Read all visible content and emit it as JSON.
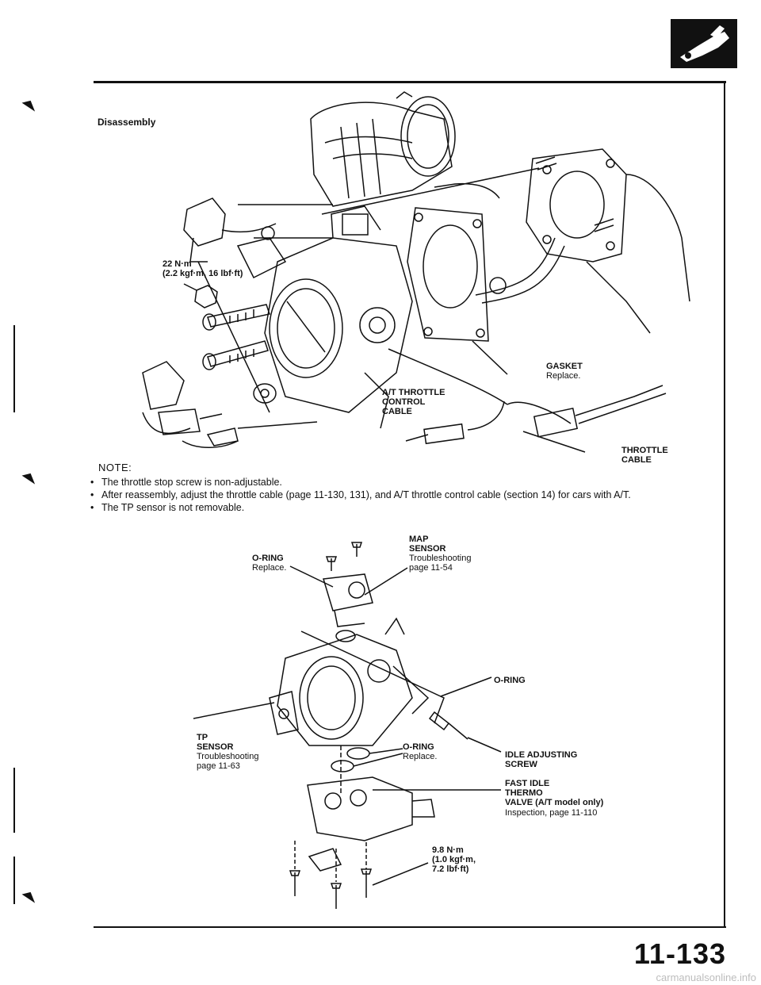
{
  "header": {
    "section_icon": "fuel-injection-icon"
  },
  "disassembly": {
    "title": "Disassembly",
    "torque_top_value": "22 N·m",
    "torque_top_units": "(2.2 kgf·m, 16 lbf·ft)",
    "gasket_label": "GASKET",
    "gasket_note": "Replace.",
    "at_cable_line1": "A/T THROTTLE",
    "at_cable_line2": "CONTROL",
    "at_cable_line3": "CABLE",
    "throttle_cable_line1": "THROTTLE",
    "throttle_cable_line2": "CABLE"
  },
  "note": {
    "title": "NOTE:",
    "items": [
      "The throttle stop screw is non-adjustable.",
      "After reassembly, adjust the throttle cable (page 11-130, 131), and A/T throttle control cable (section 14) for cars with A/T.",
      "The TP sensor is not removable."
    ]
  },
  "exploded": {
    "map_line1": "MAP",
    "map_line2": "SENSOR",
    "map_note1": "Troubleshooting",
    "map_note2": "page 11-54",
    "oring_top_label": "O-RING",
    "oring_top_note": "Replace.",
    "oring_right_label": "O-RING",
    "tp_line1": "TP",
    "tp_line2": "SENSOR",
    "tp_note1": "Troubleshooting",
    "tp_note2": "page 11-63",
    "oring_mid_label": "O-RING",
    "oring_mid_note": "Replace.",
    "idle_line1": "IDLE ADJUSTING",
    "idle_line2": "SCREW",
    "fast_line1": "FAST IDLE",
    "fast_line2": "THERMO",
    "fast_line3": "VALVE (A/T model only)",
    "fast_note": "Inspection, page 11-110",
    "torque_bottom_value": "9.8 N·m",
    "torque_bottom_line2": "(1.0 kgf·m,",
    "torque_bottom_line3": "7.2 lbf·ft)"
  },
  "footer": {
    "page_number": "11-133",
    "watermark": "carmanualsonline.info"
  }
}
